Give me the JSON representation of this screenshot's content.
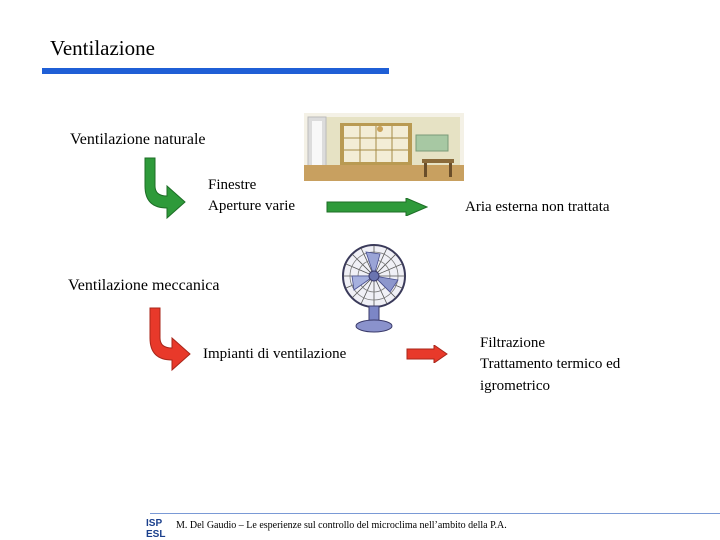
{
  "slide": {
    "title": "Ventilazione",
    "natural": {
      "heading": "Ventilazione naturale",
      "means_line1": "Finestre",
      "means_line2": "Aperture varie",
      "result": "Aria esterna non trattata"
    },
    "mechanical": {
      "heading": "Ventilazione meccanica",
      "means": "Impianti di ventilazione",
      "result_line1": "Filtrazione",
      "result_line2": "Trattamento termico ed",
      "result_line3": "igrometrico"
    },
    "footer": "M. Del Gaudio – Le esperienze sul controllo del microclima nell’ambito della P.A.",
    "logo": {
      "line1": "ISP",
      "line2": "ESL"
    }
  },
  "colors": {
    "title_bar": "#1f5fd6",
    "green_arrow": "#2e9a3a",
    "red_arrow": "#e8392a"
  },
  "icons": [
    "curved-arrow-green-icon",
    "curved-arrow-red-icon",
    "right-arrow-green-icon",
    "right-arrow-red-icon",
    "room-window-image",
    "desk-fan-image",
    "ispesl-logo"
  ]
}
